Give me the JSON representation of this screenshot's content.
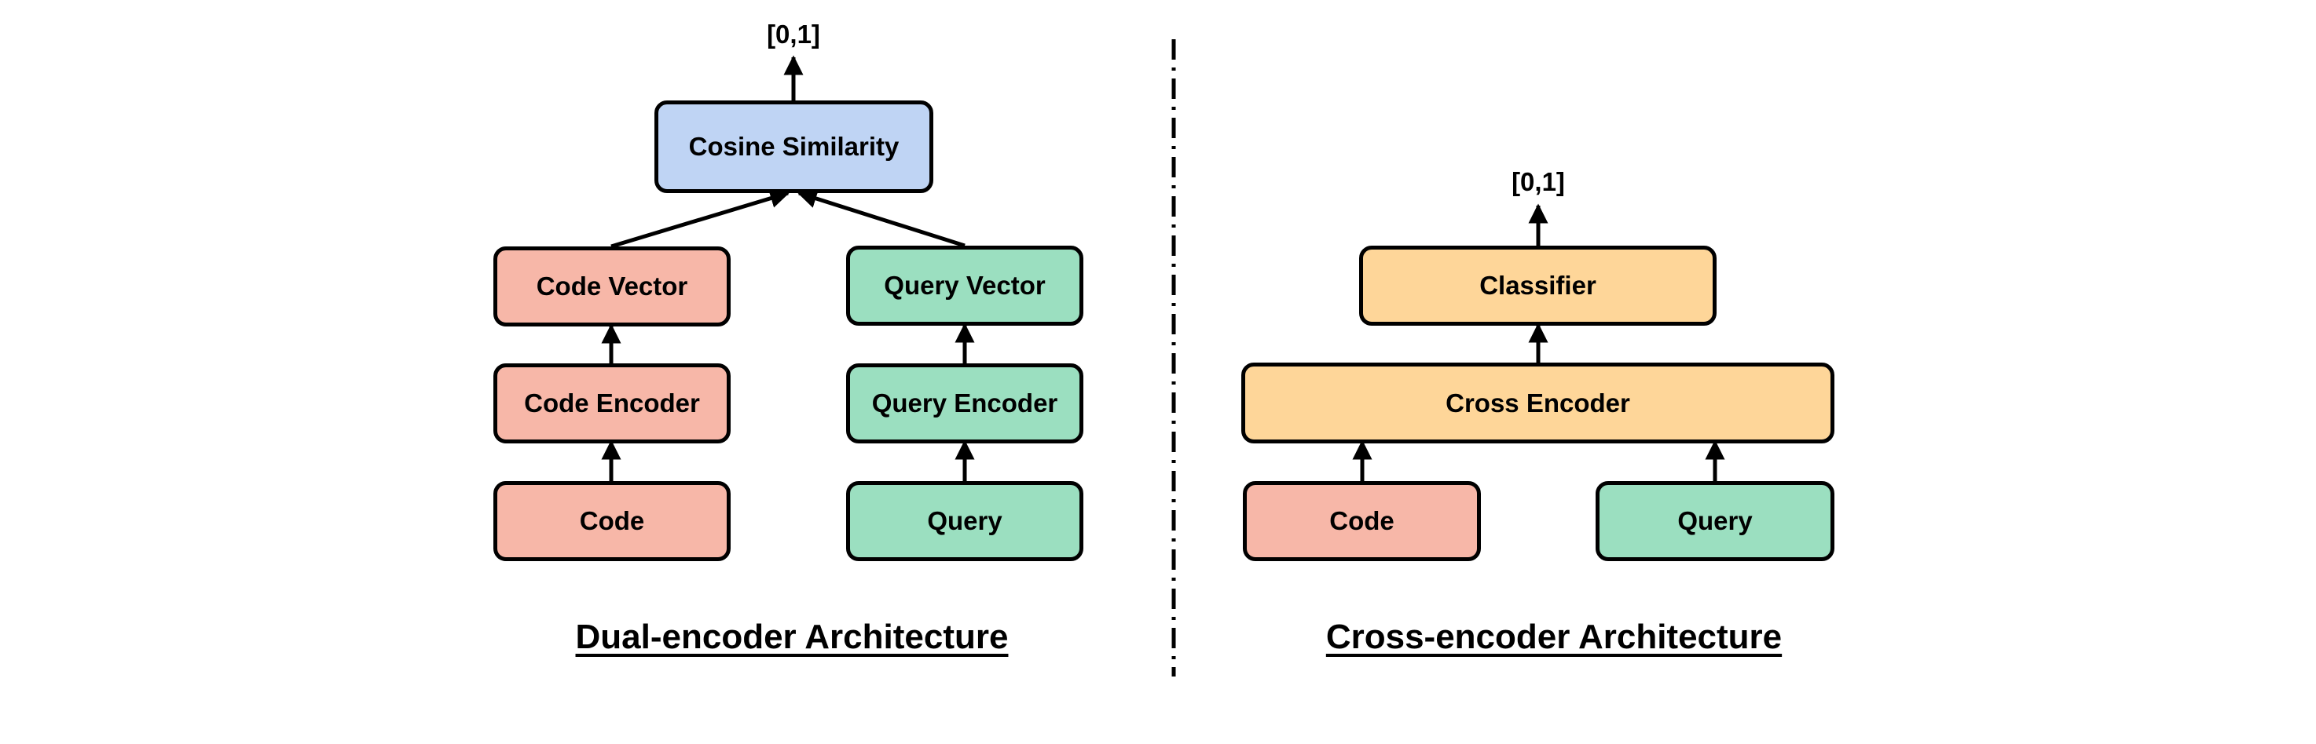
{
  "colors": {
    "code": "#F7B7A8",
    "query": "#9BDFC0",
    "similarity": "#BFD4F4",
    "cross": "#FED699"
  },
  "dual": {
    "output_label": "[0,1]",
    "similarity": "Cosine Similarity",
    "code_vector": "Code Vector",
    "code_encoder": "Code Encoder",
    "code_input": "Code",
    "query_vector": "Query Vector",
    "query_encoder": "Query Encoder",
    "query_input": "Query",
    "caption": "Dual-encoder Architecture"
  },
  "cross": {
    "output_label": "[0,1]",
    "classifier": "Classifier",
    "cross_encoder": "Cross Encoder",
    "code_input": "Code",
    "query_input": "Query",
    "caption": "Cross-encoder Architecture"
  }
}
